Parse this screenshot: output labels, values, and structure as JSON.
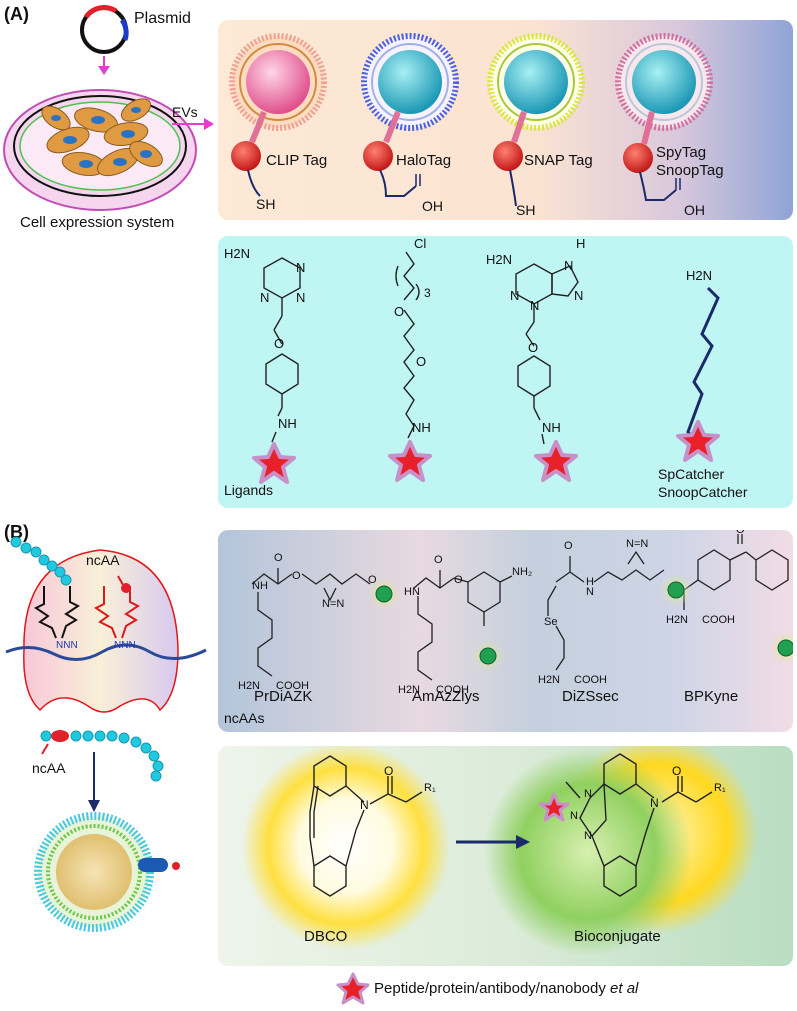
{
  "panel_a": {
    "label": "(A)",
    "plasmid_label": "Plasmid",
    "cell_caption": "Cell expression system",
    "arrow_label": "EVs",
    "tags": [
      {
        "name": "CLIP Tag",
        "group": "SH"
      },
      {
        "name": "HaloTag",
        "group": "OH"
      },
      {
        "name": "SNAP Tag",
        "group": "SH"
      },
      {
        "name": "SpyTag",
        "name2": "SnoopTag",
        "group": "OH"
      }
    ],
    "ligands_label": "Ligands",
    "ligand_atoms": {
      "h2n": "H2N",
      "n": "N",
      "o": "O",
      "nh": "NH",
      "cl": "Cl",
      "h": "H",
      "sub3": "3"
    },
    "catcher": {
      "line1": "SpCatcher",
      "line2": "SnoopCatcher"
    }
  },
  "panel_b": {
    "label": "(B)",
    "ncaa_tag": "ncAA",
    "nnn": "NNN",
    "ncaas_label": "ncAAs",
    "ncaas": [
      "PrDiAZK",
      "AmAzZlys",
      "DiZSsec",
      "BPKyne"
    ],
    "atoms": {
      "o": "O",
      "nh": "NH",
      "h": "H",
      "n": "N",
      "hn": "HN",
      "h2n": "H2N",
      "cooh": "COOH",
      "se": "Se",
      "nh2": "NH₂",
      "ndn": "N=N"
    },
    "dbco": "DBCO",
    "bioconjugate": "Bioconjugate",
    "r1": "R₁"
  },
  "legend": {
    "text": "Peptide/protein/antibody/nanobody ",
    "italic": "et al"
  },
  "colors": {
    "star": "#e8202a",
    "star_outline": "#c890c8",
    "arrow_magenta": "#e83cd0",
    "navy": "#1a2a6a"
  }
}
